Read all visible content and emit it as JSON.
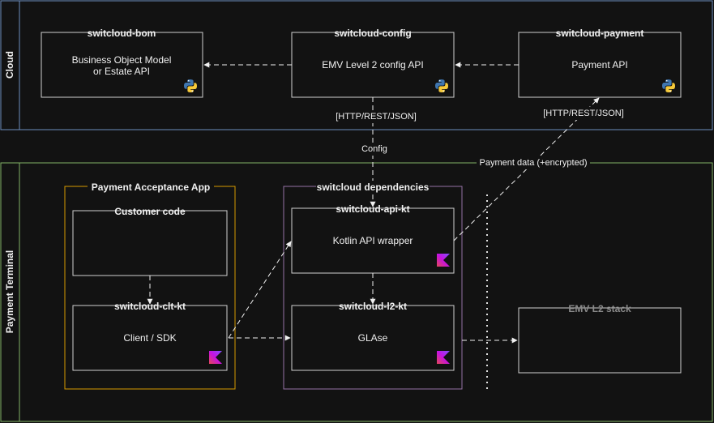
{
  "lanes": {
    "cloud": "Cloud",
    "terminal": "Payment Terminal"
  },
  "boxes": {
    "bom": {
      "title": "switcloud-bom",
      "line1": "Business Object Model",
      "line2": "or Estate API",
      "icon": "python-icon"
    },
    "config": {
      "title": "switcloud-config",
      "body": "EMV Level 2 config API",
      "icon": "python-icon"
    },
    "payment": {
      "title": "switcloud-payment",
      "body": "Payment API",
      "icon": "python-icon"
    },
    "app": {
      "title": "Payment Acceptance App"
    },
    "customer": {
      "title": "Customer code"
    },
    "clt": {
      "title": "switcloud-clt-kt",
      "body": "Client / SDK",
      "icon": "kotlin-icon"
    },
    "deps": {
      "title": "switcloud dependencies"
    },
    "apikt": {
      "title": "switcloud-api-kt",
      "body": "Kotlin API wrapper",
      "icon": "kotlin-icon"
    },
    "l2kt": {
      "title": "switcloud-l2-kt",
      "body": "GLAse",
      "icon": "kotlin-icon"
    },
    "emv": {
      "title": "EMV L2 stack"
    }
  },
  "edges": {
    "http_left": "[HTTP/REST/JSON]",
    "http_right": "[HTTP/REST/JSON]",
    "config": "Config",
    "payment_data": "Payment data (+encrypted)"
  },
  "colors": {
    "cloud_border": "#6c8ebf",
    "terminal_border": "#82b366",
    "app_border": "#d79b00",
    "deps_border": "#9673a6",
    "box_border": "#d0d0d0"
  }
}
